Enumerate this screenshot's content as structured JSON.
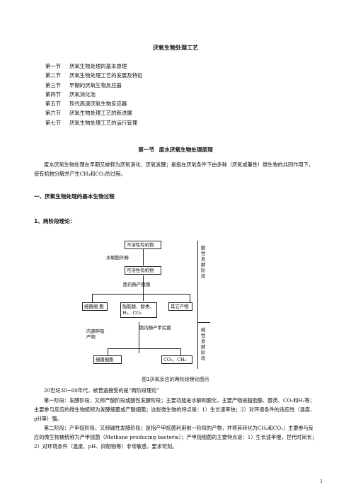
{
  "title": "厌氧生物处理工艺",
  "toc": [
    {
      "num": "第一节",
      "text": "厌氧生物处理的基本原理"
    },
    {
      "num": "第二节",
      "text": "厌氧生物处理工艺的发展及特征"
    },
    {
      "num": "第三节",
      "text": "早期的厌氧生物反应器"
    },
    {
      "num": "第四节",
      "text": "厌氧消化池"
    },
    {
      "num": "第五节",
      "text": "现代高速厌氧生物反应器"
    },
    {
      "num": "第六节",
      "text": "厌氧生物处理工艺的新进展"
    },
    {
      "num": "第七节",
      "text": "厌氧生物处理工艺的运行管理"
    }
  ],
  "section_title": "第一节 废水厌氧生物处理原理",
  "intro": "废水厌氧生物处理在早期又被称为厌氧消化、厌氧发酵；是指在厌氧条件下由多种（厌氧或兼性）微生物的共同作用下，使有机物分解并产生CH₄和CO₂的过程。",
  "heading1": "一、厌氧生物处理的基本生物过程",
  "heading2": "1、两阶段理论：",
  "diagram": {
    "insoluble": "不溶性有机物",
    "hydrolase": "水解胞外酶",
    "soluble": "可溶性有机物",
    "acid_enzyme": "胞内酶产酸菌",
    "cells1": "细菌细 胞",
    "fatty_acids": "脂肪酸、醇类、H₂、CO₂",
    "other": "其它产物",
    "endogenous": "内源呼吸产物",
    "methane_enzyme": "胞内酶产甲烷菌",
    "cells2": "细菌细胞",
    "final": "CO₂、CH₄",
    "stage1": "酸性发酵阶段",
    "stage2": "碱性发酵阶段"
  },
  "caption": "图1厌氧反应的两阶段理论图示",
  "p1": "20世纪30~60年代，被普遍接受的是“两阶段理论”",
  "p2": "第一阶段：发酵阶段，又称产酸阶段或酸性发酵阶段；主要功能是水解和酸化，主要产物是脂肪酸、醇类、CO₂和H₂等；主要参与反应的微生物统称为发酵细菌或产酸细菌；这些微生物的特点是：1）生长速率快；2）对环境条件的适应性（温度、pH等）强。",
  "p3": "第二阶段：产甲烷阶段，又称碱性发酵阶段；是指产甲烷菌利用前一阶段的产物，并将其转化为CH₄和CO₂；主要参与反应的微生物被统称为产甲烷菌（Methane producing bacteria）；产甲烷细菌的主要特点是：1）生长速率慢，世代时间长；2）对环境条件（温度、pH、抑制物等）非常敏感，要求苛刻。",
  "page_number": "1"
}
